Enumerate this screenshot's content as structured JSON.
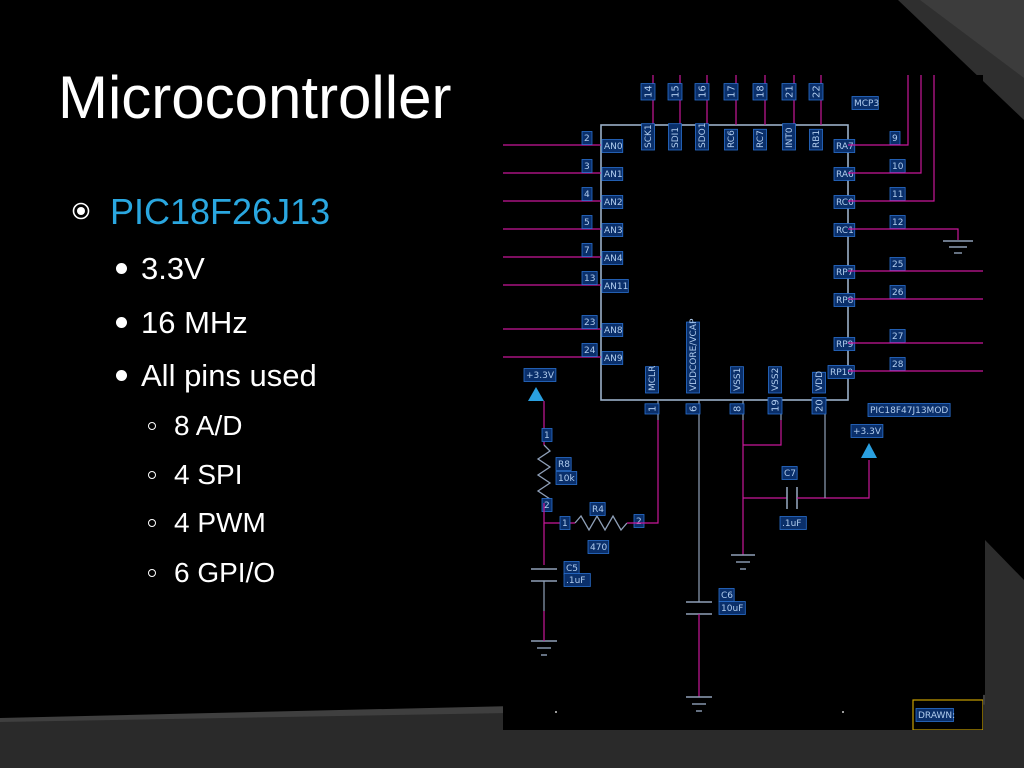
{
  "slide": {
    "title": "Microcontroller",
    "bullets": [
      {
        "text": "PIC18F26J13",
        "color": "#2aa7e0"
      },
      {
        "text": "3.3V"
      },
      {
        "text": "16 MHz"
      },
      {
        "text": "All pins used"
      },
      {
        "text": "8 A/D"
      },
      {
        "text": "4 SPI"
      },
      {
        "text": "4 PWM"
      },
      {
        "text": "6 GPI/O"
      }
    ]
  },
  "schematic": {
    "chip_label": "MCP3",
    "chip_part": "PIC18F47J13MOD",
    "top_pins": [
      {
        "num": "14",
        "name": "SCK1"
      },
      {
        "num": "15",
        "name": "SDI1"
      },
      {
        "num": "16",
        "name": "SDO1"
      },
      {
        "num": "17",
        "name": "RC6"
      },
      {
        "num": "18",
        "name": "RC7"
      },
      {
        "num": "21",
        "name": "INT0"
      },
      {
        "num": "22",
        "name": "RB1"
      }
    ],
    "left_pins": [
      {
        "num": "2",
        "name": "AN0"
      },
      {
        "num": "3",
        "name": "AN1"
      },
      {
        "num": "4",
        "name": "AN2"
      },
      {
        "num": "5",
        "name": "AN3"
      },
      {
        "num": "7",
        "name": "AN4"
      },
      {
        "num": "13",
        "name": "AN11"
      },
      {
        "num": "23",
        "name": "AN8"
      },
      {
        "num": "24",
        "name": "AN9"
      }
    ],
    "right_pins": [
      {
        "num": "9",
        "name": "RA7"
      },
      {
        "num": "10",
        "name": "RA6"
      },
      {
        "num": "11",
        "name": "RC0"
      },
      {
        "num": "12",
        "name": "RC1"
      },
      {
        "num": "25",
        "name": "RP7"
      },
      {
        "num": "26",
        "name": "RP8"
      },
      {
        "num": "27",
        "name": "RP9"
      },
      {
        "num": "28",
        "name": "RP10"
      }
    ],
    "bottom_pins": [
      {
        "num": "1",
        "name": "MCLR"
      },
      {
        "num": "6",
        "name": "VDDCORE/VCAP"
      },
      {
        "num": "8",
        "name": "VSS1"
      },
      {
        "num": "19",
        "name": "VSS2"
      },
      {
        "num": "20",
        "name": "VDD"
      }
    ],
    "supply_left": "+3.3V",
    "supply_right": "+3.3V",
    "r8": {
      "ref": "R8",
      "value": "10k",
      "pin1": "1",
      "pin2": "2"
    },
    "r4": {
      "ref": "R4",
      "value": "470",
      "pin1": "1",
      "pin2": "2"
    },
    "c5": {
      "ref": "C5",
      "value": ".1uF"
    },
    "c6": {
      "ref": "C6",
      "value": "10uF"
    },
    "c7": {
      "ref": "C7",
      "value": ".1uF"
    },
    "drawn_label": "DRAWN:",
    "colors": {
      "wire": "#c8179a",
      "component": "#8fa0b8",
      "chip_outline": "#9ab0c8",
      "label_bg": "#0a2f6a",
      "label_border": "#2a70d0",
      "label_text": "#b0ccee",
      "supply_arrow": "#2aa0e0"
    }
  }
}
